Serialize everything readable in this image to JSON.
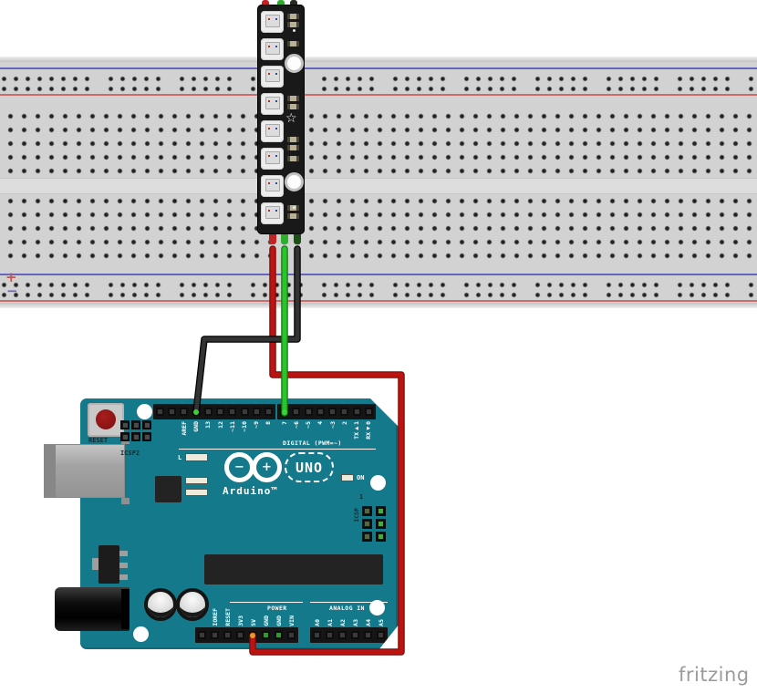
{
  "app": {
    "watermark": "fritzing"
  },
  "colors": {
    "board_teal": "#13798b",
    "wire_red": "#b81412",
    "wire_green": "#29bd29",
    "wire_black": "#272727",
    "pcb_black": "#191919",
    "breadboard_gray": "#d2d2d2",
    "rail_blue": "#6565bd",
    "rail_red": "#cc6b6b"
  },
  "breadboard": {
    "plus_label": "+",
    "minus_label": "−"
  },
  "neopixel_strip": {
    "led_count": 8,
    "star_icon": "☆"
  },
  "arduino": {
    "reset_label": "RESET",
    "icsp2_label": "ICSP2",
    "icsp_label": "ICSP",
    "icsp_pin1_label": "1",
    "led_l_label": "L",
    "led_tx_label": "TX",
    "led_rx_label": "RX",
    "on_label": "ON",
    "logo_minus": "−",
    "logo_plus": "+",
    "model_label": "UNO",
    "brand_label": "Arduino™",
    "digital_caption": "DIGITAL (PWM=~)",
    "digital_left_labels": [
      "AREF",
      "GND",
      "13",
      "12",
      "~11",
      "~10",
      "~9",
      "8"
    ],
    "digital_right_labels": [
      "7",
      "~6",
      "~5",
      "4",
      "~3",
      "2",
      "TX▶1",
      "RX◀0"
    ],
    "power_caption": "POWER",
    "power_labels": [
      "IOREF",
      "RESET",
      "3V3",
      "5V",
      "GND",
      "GND",
      "VIN"
    ],
    "analog_caption": "ANALOG IN",
    "analog_labels": [
      "A0",
      "A1",
      "A2",
      "A3",
      "A4",
      "A5"
    ]
  }
}
